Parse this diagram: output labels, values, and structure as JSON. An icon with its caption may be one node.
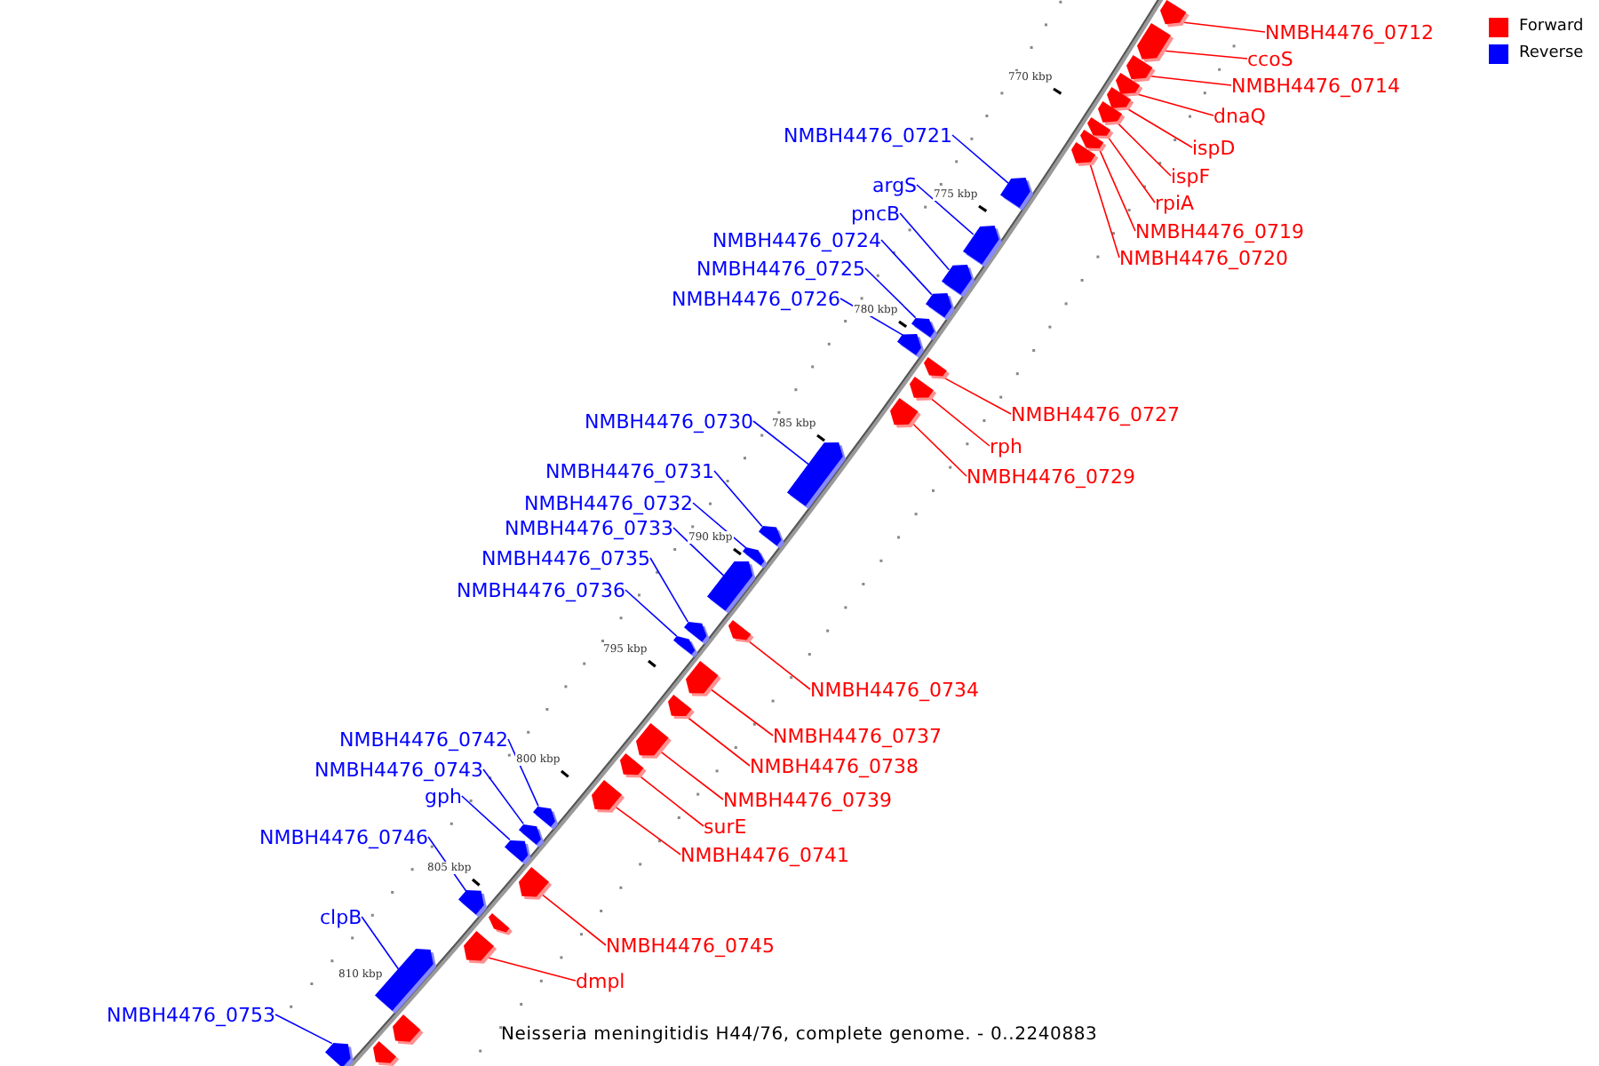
{
  "diagram": {
    "caption": "Neisseria meningitidis H44/76, complete genome. - 0..2240883",
    "nodes": [
      {
        "text": [
          "NMBH4476_0712"
        ]
      },
      {
        "text": [],
        "shape": "arrow"
      },
      {
        "text": [
          "ccoS"
        ]
      },
      {
        "text": [],
        "shape": "arrow"
      },
      {
        "text": [
          "NMBH4476_0714"
        ]
      },
      {
        "text": [],
        "shape": "arrow"
      },
      {
        "text": [
          "dnaQ"
        ]
      },
      {
        "text": [],
        "shape": "arrow"
      },
      {
        "text": [
          "ispD"
        ]
      },
      {
        "text": [],
        "shape": "arrow"
      },
      {
        "text": [
          "ispF"
        ]
      },
      {
        "text": [],
        "shape": "arrow"
      },
      {
        "text": [
          "rpiA"
        ]
      },
      {
        "text": [],
        "shape": "arrow"
      },
      {
        "text": [
          "NMBH4476_0719"
        ]
      },
      {
        "text": [],
        "shape": "arrow"
      },
      {
        "text": [
          "NMBH4476_0720"
        ]
      },
      {
        "text": [],
        "shape": "arrow"
      },
      {
        "text": [
          "NMBH4476_0721"
        ]
      },
      {
        "text": [],
        "shape": "arrow"
      },
      {
        "text": [
          "argS"
        ]
      },
      {
        "text": [],
        "shape": "arrow"
      },
      {
        "text": [
          "pncB"
        ]
      },
      {
        "text": [],
        "shape": "arrow"
      },
      {
        "text": [
          "NMBH4476_0724"
        ]
      },
      {
        "text": [],
        "shape": "arrow"
      },
      {
        "text": [
          "NMBH4476_0725"
        ]
      },
      {
        "text": [],
        "shape": "arrow"
      },
      {
        "text": [
          "NMBH4476_0726"
        ]
      },
      {
        "text": [],
        "shape": "arrow"
      },
      {
        "text": [
          "NMBH4476_0727"
        ]
      },
      {
        "text": [],
        "shape": "arrow"
      },
      {
        "text": [
          "rph"
        ]
      },
      {
        "text": [],
        "shape": "arrow"
      },
      {
        "text": [
          "NMBH4476_0729"
        ]
      },
      {
        "text": [],
        "shape": "arrow"
      },
      {
        "text": [
          "NMBH4476_0730"
        ]
      },
      {
        "text": [],
        "shape": "arrow"
      },
      {
        "text": [
          "NMBH4476_0731"
        ]
      },
      {
        "text": [],
        "shape": "arrow"
      },
      {
        "text": [
          "NMBH4476_0732"
        ]
      },
      {
        "text": [],
        "shape": "arrow"
      },
      {
        "text": [
          "NMBH4476_0733"
        ]
      },
      {
        "text": [],
        "shape": "arrow"
      },
      {
        "text": [
          "NMBH4476_0735"
        ]
      },
      {
        "text": [],
        "shape": "arrow"
      },
      {
        "text": [
          "NMBH4476_0736"
        ]
      },
      {
        "text": [],
        "shape": "arrow"
      },
      {
        "text": [
          "NMBH4476_0734"
        ]
      },
      {
        "text": [],
        "shape": "arrow"
      },
      {
        "text": [
          "NMBH4476_0737"
        ]
      },
      {
        "text": [],
        "shape": "arrow"
      },
      {
        "text": [
          "NMBH4476_0738"
        ]
      },
      {
        "text": [],
        "shape": "arrow"
      },
      {
        "text": [
          "NMBH4476_0739"
        ]
      },
      {
        "text": [],
        "shape": "arrow"
      },
      {
        "text": [
          "surE"
        ]
      },
      {
        "text": [],
        "shape": "arrow"
      },
      {
        "text": [
          "NMBH4476_0741"
        ]
      },
      {
        "text": [],
        "shape": "arrow"
      },
      {
        "text": [
          "NMBH4476_0742"
        ]
      },
      {
        "text": [],
        "shape": "arrow"
      },
      {
        "text": [
          "NMBH4476_0743"
        ]
      },
      {
        "text": [],
        "shape": "arrow"
      },
      {
        "text": [
          "gph"
        ]
      },
      {
        "text": [],
        "shape": "arrow"
      },
      {
        "text": [
          "NMBH4476_0746"
        ]
      },
      {
        "text": [],
        "shape": "arrow"
      },
      {
        "text": [
          "NMBH4476_0745"
        ]
      },
      {
        "text": [],
        "shape": "arrow"
      },
      {
        "text": [
          "clpB"
        ]
      },
      {
        "text": [],
        "shape": "arrow"
      },
      {
        "text": [
          "dmpl"
        ]
      },
      {
        "text": [],
        "shape": "arrow"
      },
      {
        "text": [
          "NMBH4476_0753"
        ]
      },
      {
        "text": [],
        "shape": "arrow"
      },
      {
        "text": [],
        "shape": "arrow"
      },
      {
        "text": [],
        "shape": "arrow"
      },
      {
        "text": [],
        "shape": "arrow"
      }
    ],
    "edges": [
      {
        "from": 0,
        "to": 1,
        "arrow": "none"
      },
      {
        "from": 2,
        "to": 3,
        "arrow": "none"
      },
      {
        "from": 4,
        "to": 5,
        "arrow": "none"
      },
      {
        "from": 6,
        "to": 7,
        "arrow": "none"
      },
      {
        "from": 8,
        "to": 9,
        "arrow": "none"
      },
      {
        "from": 10,
        "to": 11,
        "arrow": "none"
      },
      {
        "from": 12,
        "to": 13,
        "arrow": "none"
      },
      {
        "from": 14,
        "to": 15,
        "arrow": "none"
      },
      {
        "from": 16,
        "to": 17,
        "arrow": "none"
      },
      {
        "from": 18,
        "to": 19,
        "arrow": "none",
        "color": "#0000ff"
      },
      {
        "from": 20,
        "to": 21,
        "arrow": "none",
        "color": "#0000ff"
      },
      {
        "from": 22,
        "to": 23,
        "arrow": "none",
        "color": "#0000ff"
      },
      {
        "from": 24,
        "to": 25,
        "arrow": "none",
        "color": "#0000ff"
      },
      {
        "from": 26,
        "to": 27,
        "arrow": "none",
        "color": "#0000ff"
      },
      {
        "from": 28,
        "to": 29,
        "arrow": "none",
        "color": "#0000ff"
      },
      {
        "from": 30,
        "to": 31,
        "arrow": "none"
      },
      {
        "from": 32,
        "to": 33,
        "arrow": "none"
      },
      {
        "from": 34,
        "to": 35,
        "arrow": "none"
      },
      {
        "from": 36,
        "to": 37,
        "arrow": "none",
        "color": "#0000ff"
      },
      {
        "from": 38,
        "to": 39,
        "arrow": "none",
        "color": "#0000ff"
      },
      {
        "from": 40,
        "to": 41,
        "arrow": "none",
        "color": "#0000ff"
      },
      {
        "from": 42,
        "to": 43,
        "arrow": "none",
        "color": "#0000ff"
      },
      {
        "from": 44,
        "to": 45,
        "arrow": "none",
        "color": "#0000ff"
      },
      {
        "from": 46,
        "to": 47,
        "arrow": "none",
        "color": "#0000ff"
      },
      {
        "from": 48,
        "to": 49,
        "arrow": "none"
      },
      {
        "from": 50,
        "to": 51,
        "arrow": "none"
      },
      {
        "from": 52,
        "to": 53,
        "arrow": "none"
      },
      {
        "from": 54,
        "to": 55,
        "arrow": "none"
      },
      {
        "from": 56,
        "to": 57,
        "arrow": "none"
      },
      {
        "from": 58,
        "to": 59,
        "arrow": "none"
      },
      {
        "from": 60,
        "to": 61,
        "arrow": "none",
        "color": "#0000ff"
      },
      {
        "from": 62,
        "to": 63,
        "arrow": "none",
        "color": "#0000ff"
      },
      {
        "from": 64,
        "to": 65,
        "arrow": "none",
        "color": "#0000ff"
      },
      {
        "from": 66,
        "to": 67,
        "arrow": "none",
        "color": "#0000ff"
      },
      {
        "from": 68,
        "to": 69,
        "arrow": "none"
      },
      {
        "from": 70,
        "to": 71,
        "arrow": "none",
        "color": "#0000ff"
      },
      {
        "from": 72,
        "to": 73,
        "arrow": "none"
      },
      {
        "from": 74,
        "to": 75,
        "arrow": "none",
        "color": "#0000ff"
      }
    ],
    "labels": [
      "770 kbp",
      "775 kbp",
      "780 kbp",
      "785 kbp",
      "790 kbp",
      "795 kbp",
      "800 kbp",
      "805 kbp",
      "810 kbp"
    ],
    "legend": [
      {
        "text": "Forward",
        "color": "#ff0000"
      },
      {
        "text": "Reverse",
        "color": "#0000ff"
      }
    ]
  }
}
